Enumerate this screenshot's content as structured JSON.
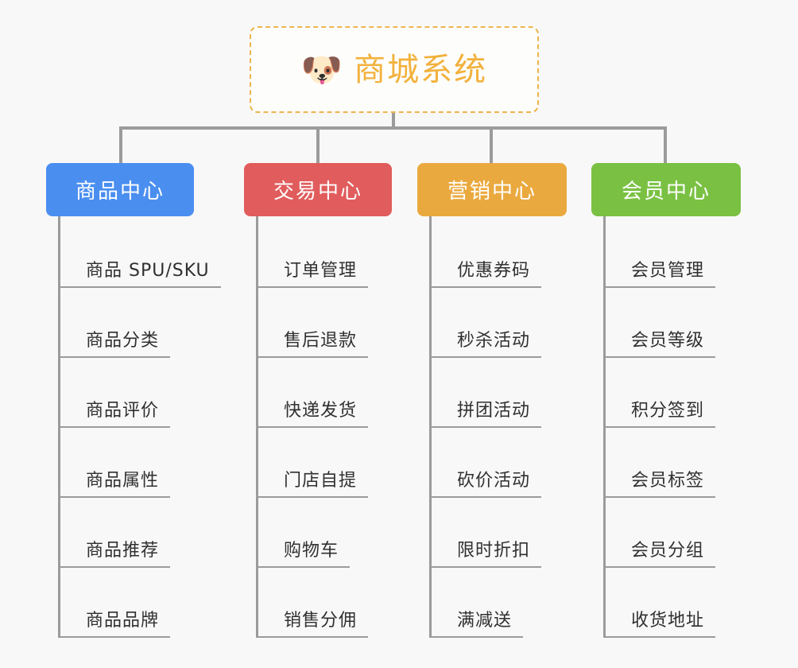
{
  "page": {
    "background_color": "#f8f8f8",
    "line_color": "#9b9b9b"
  },
  "root": {
    "icon": "dog-face-emoji",
    "icon_glyph": "🐶",
    "title": "商城系统",
    "title_color": "#f2b13c",
    "border_color": "#edb54d"
  },
  "columns": [
    {
      "id": "product-center",
      "title": "商品中心",
      "color": "#4a8ef0",
      "items": [
        "商品 SPU/SKU",
        "商品分类",
        "商品评价",
        "商品属性",
        "商品推荐",
        "商品品牌"
      ]
    },
    {
      "id": "trade-center",
      "title": "交易中心",
      "color": "#e15c5c",
      "items": [
        "订单管理",
        "售后退款",
        "快递发货",
        "门店自提",
        "购物车",
        "销售分佣"
      ]
    },
    {
      "id": "marketing-center",
      "title": "营销中心",
      "color": "#eaa93f",
      "items": [
        "优惠券码",
        "秒杀活动",
        "拼团活动",
        "砍价活动",
        "限时折扣",
        "满减送"
      ]
    },
    {
      "id": "member-center",
      "title": "会员中心",
      "color": "#7ac143",
      "items": [
        "会员管理",
        "会员等级",
        "积分签到",
        "会员标签",
        "会员分组",
        "收货地址"
      ]
    }
  ]
}
